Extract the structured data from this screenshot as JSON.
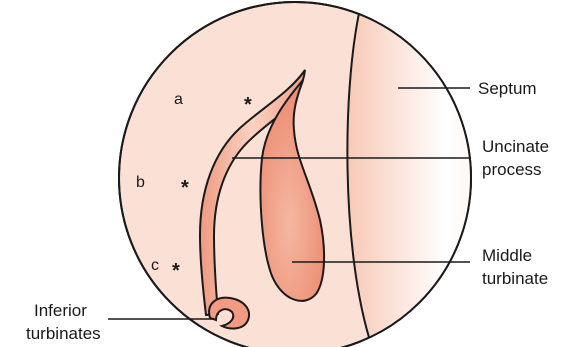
{
  "labels": {
    "septum": "Septum",
    "uncinate_line1": "Uncinate",
    "uncinate_line2": "process",
    "middle_line1": "Middle",
    "middle_line2": "turbinate",
    "inferior_line1": "Inferior",
    "inferior_line2": "turbinates"
  },
  "markers": {
    "a": "a",
    "b": "b",
    "c": "c",
    "asterisk": "*"
  },
  "colors": {
    "background_circle": "#fbe0d6",
    "tissue_fill": "#f2a088",
    "tissue_highlight": "#f8c6b4",
    "septum_fill": "#fdeee7",
    "outline": "#1a1a1a"
  }
}
